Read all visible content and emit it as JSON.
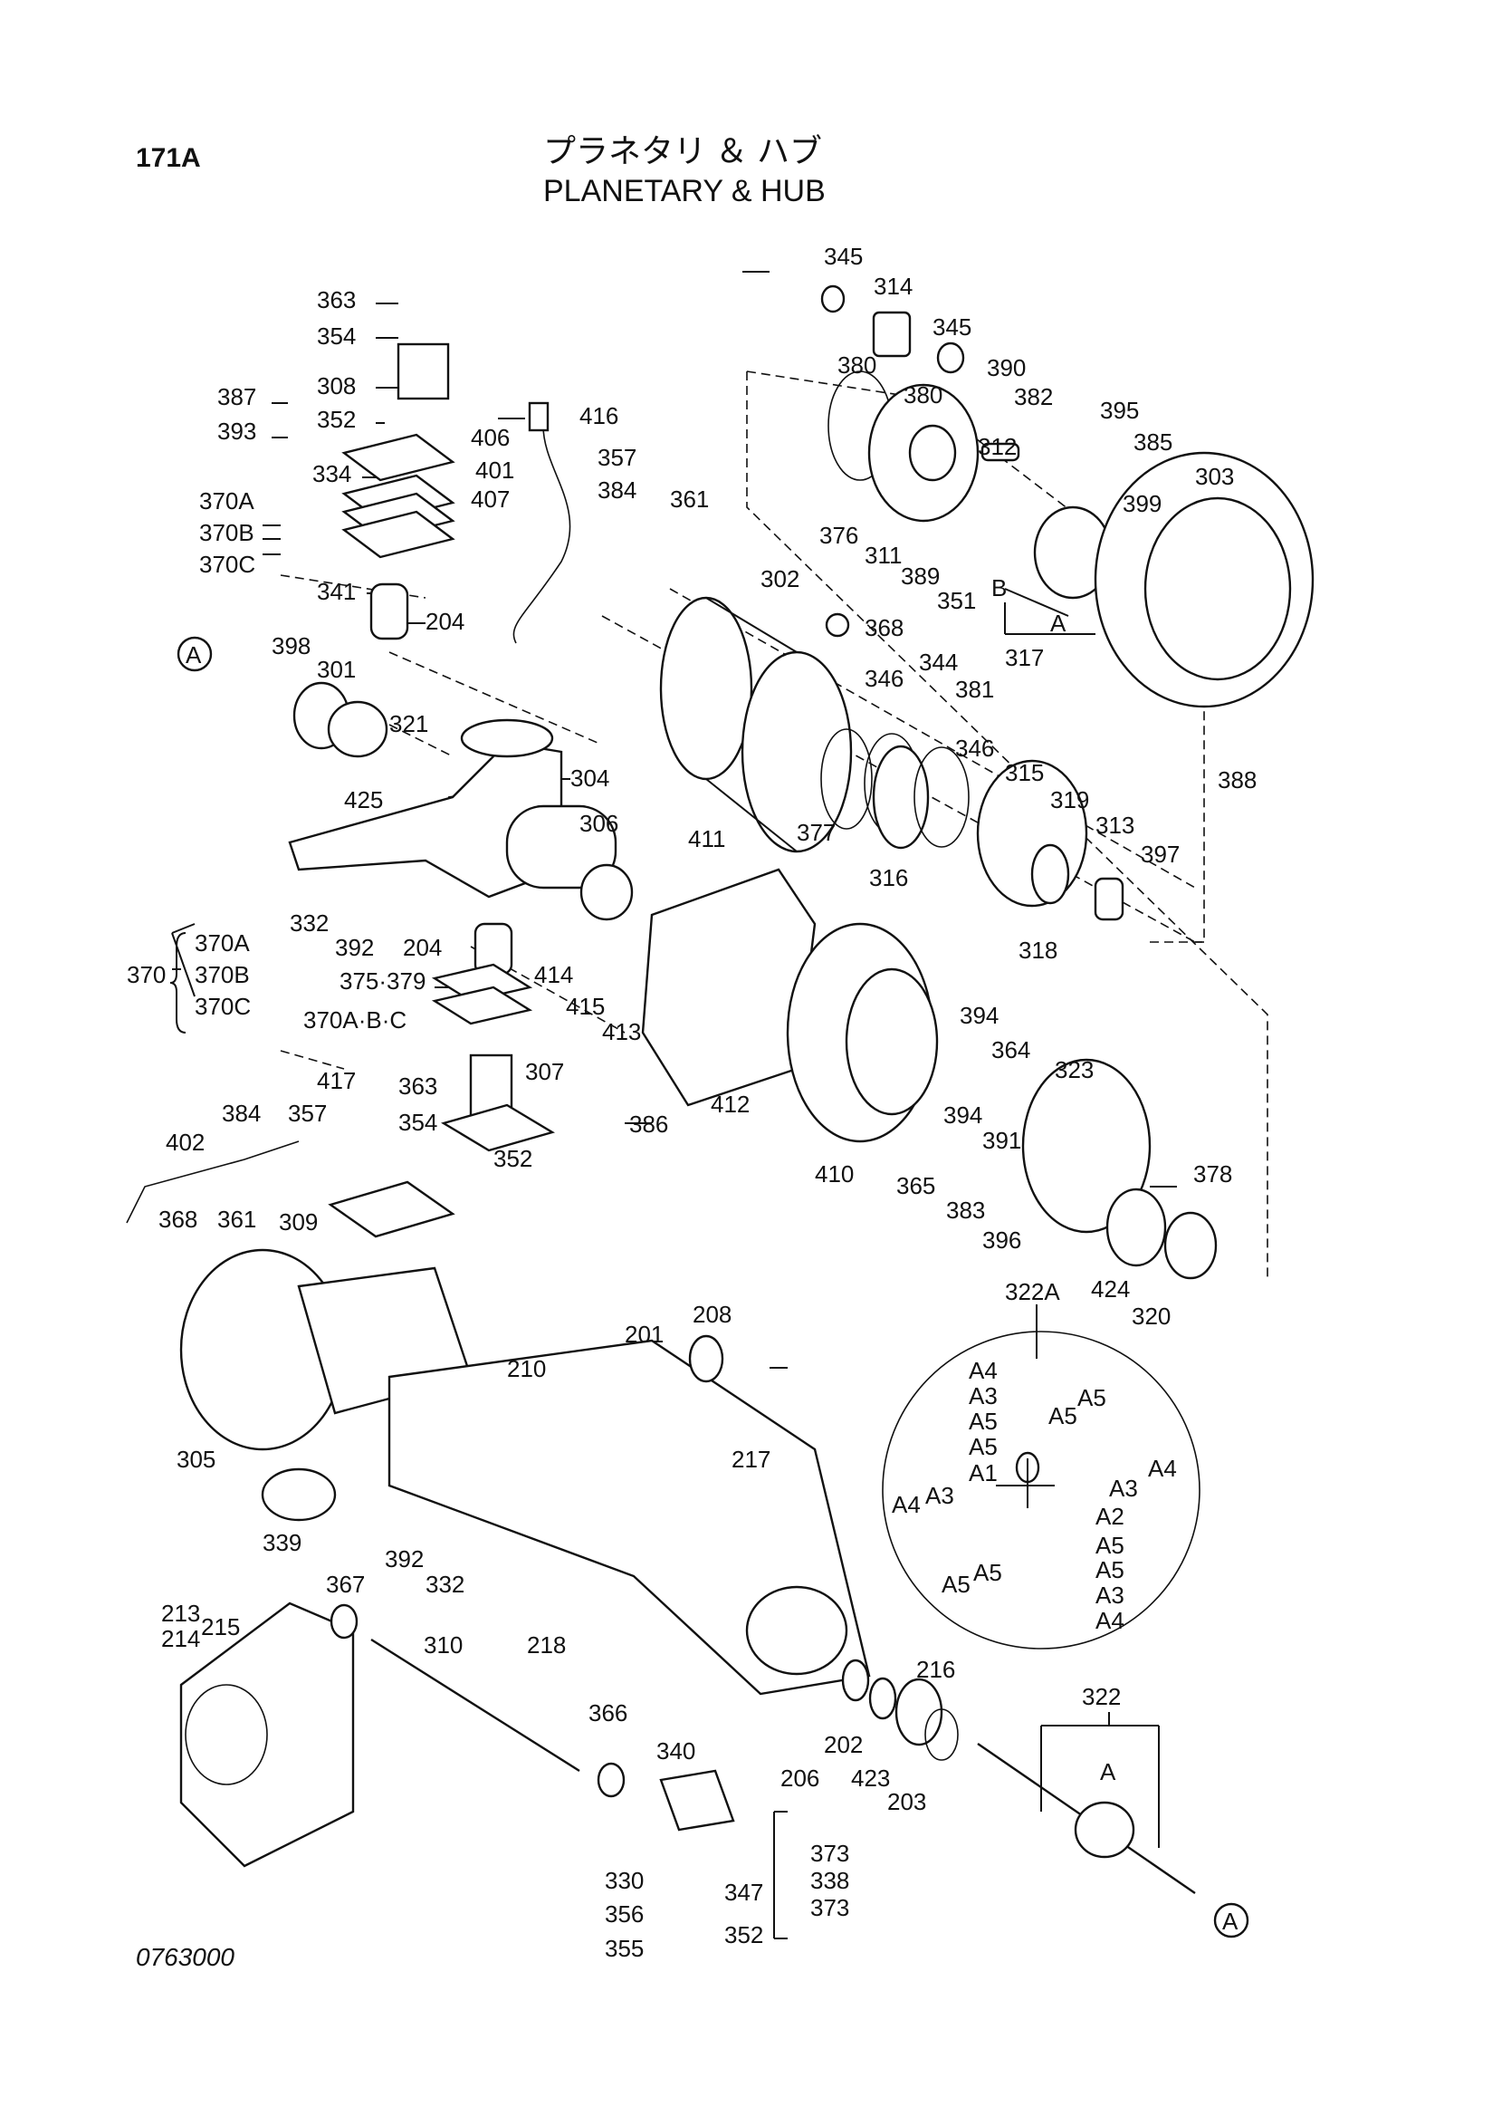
{
  "header": {
    "page_number": "171A",
    "title_jp": "プラネタリ ＆ ハブ",
    "title_en": "PLANETARY & HUB",
    "drawing_number": "0763000"
  },
  "reference_marks": {
    "circle_a": "A",
    "arrow_a": "A",
    "arrow_b": "B"
  },
  "group_370": {
    "parent": "370",
    "children": [
      "370A",
      "370B",
      "370C"
    ]
  },
  "labels": {
    "l363a": "363",
    "l354a": "354",
    "l308": "308",
    "l387": "387",
    "l393": "393",
    "l352a": "352",
    "l416": "416",
    "l406": "406",
    "l357a": "357",
    "l401": "401",
    "l384a": "384",
    "l334": "334",
    "l407": "407",
    "l370A": "370A",
    "l370B": "370B",
    "l370C": "370C",
    "l341": "341",
    "l204a": "204",
    "l398": "398",
    "l301": "301",
    "l321": "321",
    "l425": "425",
    "l304": "304",
    "l306": "306",
    "l332a": "332",
    "l392a": "392",
    "l204b": "204",
    "l375": "375·379",
    "l370ABC": "370A·B·C",
    "l414": "414",
    "l415": "415",
    "l413": "413",
    "l417": "417",
    "l363b": "363",
    "l354b": "354",
    "l307": "307",
    "l384b": "384",
    "l357b": "357",
    "l386": "386",
    "l402": "402",
    "l352b": "352",
    "l368a": "368",
    "l361a": "361",
    "l309": "309",
    "l345a": "345",
    "l314": "314",
    "l345b": "345",
    "l380a": "380",
    "l380b": "380",
    "l390": "390",
    "l382": "382",
    "l395": "395",
    "l385": "385",
    "l303": "303",
    "l312": "312",
    "l399": "399",
    "l376": "376",
    "l311": "311",
    "l389": "389",
    "l351": "351",
    "l317": "317",
    "l361b": "361",
    "l302": "302",
    "l368b": "368",
    "l344": "344",
    "l381": "381",
    "l346a": "346",
    "l346b": "346",
    "l315": "315",
    "l319": "319",
    "l313": "313",
    "l397": "397",
    "l377": "377",
    "l316": "316",
    "l318": "318",
    "l388": "388",
    "l411": "411",
    "l412": "412",
    "l410": "410",
    "l394a": "394",
    "l364": "364",
    "l394b": "394",
    "l391": "391",
    "l365": "365",
    "l383": "383",
    "l396": "396",
    "l323": "323",
    "l378": "378",
    "l424": "424",
    "l320": "320",
    "l322A": "322A",
    "l201": "201",
    "l208": "208",
    "l210": "210",
    "l217": "217",
    "l305": "305",
    "l339": "339",
    "l392b": "392",
    "l332b": "332",
    "l367": "367",
    "l213": "213",
    "l214": "214",
    "l215": "215",
    "l310": "310",
    "l218": "218",
    "l216": "216",
    "l202": "202",
    "l206": "206",
    "l423": "423",
    "l203": "203",
    "l366": "366",
    "l340": "340",
    "l322": "322",
    "l373a": "373",
    "l338": "338",
    "l373b": "373",
    "l330": "330",
    "l347": "347",
    "l356": "356",
    "l352c": "352",
    "l355": "355",
    "a4a": "A4",
    "a3a": "A3",
    "a5a": "A5",
    "a5b": "A5",
    "a1": "A1",
    "a4b": "A4",
    "a3b": "A3",
    "a5c": "A5",
    "a5d": "A5",
    "a3c": "A3",
    "a4c": "A4",
    "a2": "A2",
    "a5e": "A5",
    "a5f": "A5",
    "a3d": "A3",
    "a4d": "A4",
    "a5g": "A5",
    "a5h": "A5"
  }
}
